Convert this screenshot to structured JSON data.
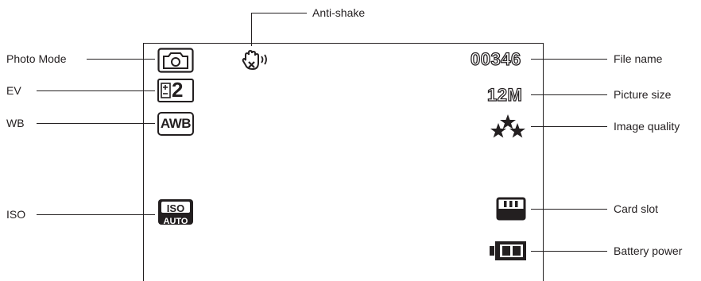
{
  "labels": {
    "anti_shake": "Anti-shake",
    "photo_mode": "Photo Mode",
    "ev": "EV",
    "wb": "WB",
    "iso": "ISO",
    "file_name": "File name",
    "picture_size": "Picture size",
    "image_quality": "Image quality",
    "card_slot": "Card slot",
    "battery_power": "Battery power"
  },
  "screen": {
    "file_number": "00346",
    "picture_size": "12M",
    "ev_value": "2",
    "wb_icon_text": "AWB",
    "iso_icon_top": "ISO",
    "iso_icon_bottom": "AUTO"
  },
  "icons": {
    "photo_mode": "camera-icon",
    "anti_shake": "hand-shake-icon",
    "ev": "exposure-icon",
    "wb": "awb-icon",
    "iso": "iso-auto-icon",
    "quality": "three-stars-icon",
    "card": "sd-card-icon",
    "battery": "battery-icon"
  },
  "colors": {
    "ink": "#231f20",
    "background": "#ffffff"
  }
}
